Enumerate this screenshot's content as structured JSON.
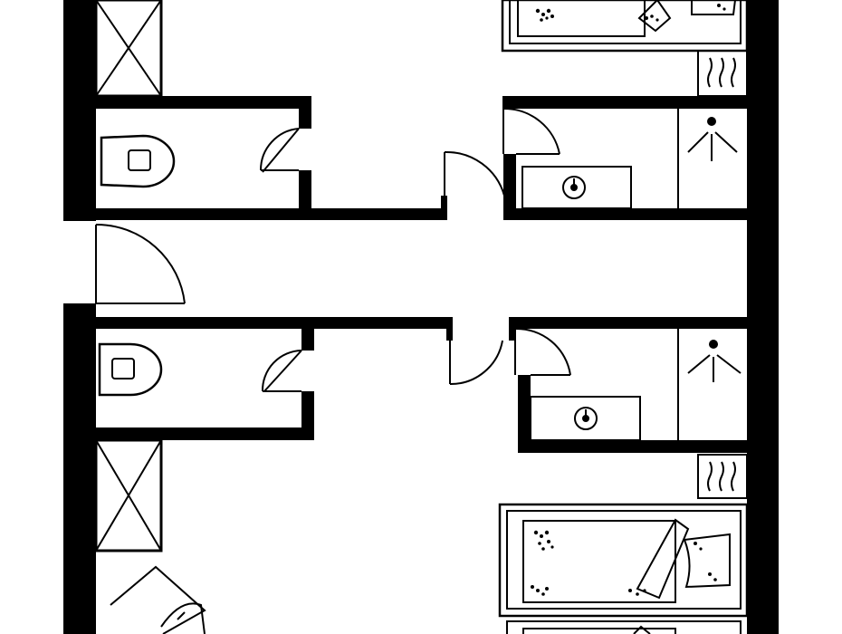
{
  "diagram": {
    "type": "floor-plan",
    "style": {
      "wall_color": "#000000",
      "background": "#ffffff"
    },
    "fixtures": [
      {
        "kind": "closet",
        "icon": "closet-x-icon",
        "count": 2
      },
      {
        "kind": "toilet",
        "icon": "toilet-icon",
        "count": 2
      },
      {
        "kind": "shower",
        "icon": "shower-icon",
        "count": 2
      },
      {
        "kind": "sink",
        "icon": "sink-icon",
        "count": 2
      },
      {
        "kind": "radiator",
        "icon": "radiator-icon",
        "count": 2
      },
      {
        "kind": "bed",
        "icon": "bed-icon",
        "count": 3
      },
      {
        "kind": "door",
        "icon": "door-swing-icon",
        "count": 7
      },
      {
        "kind": "chair",
        "icon": "chair-icon",
        "count": 1
      }
    ]
  }
}
